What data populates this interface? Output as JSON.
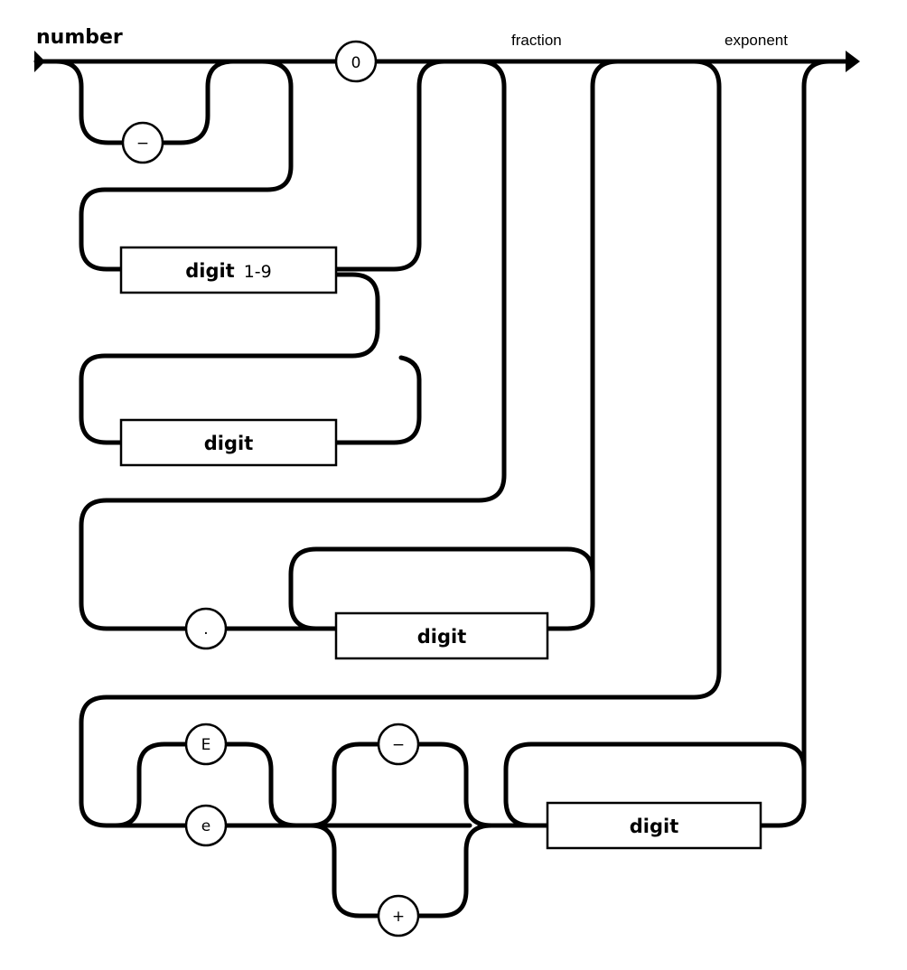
{
  "diagram": {
    "title": "number",
    "section_labels": {
      "fraction": "fraction",
      "exponent": "exponent"
    },
    "terminals": {
      "minus_sign": "−",
      "zero": "0",
      "decimal_point": ".",
      "exp_upper": "E",
      "exp_lower": "e",
      "exp_minus": "−",
      "exp_plus": "+"
    },
    "nonterminals": {
      "digit_1_9_main": "digit",
      "digit_1_9_suffix": "1-9",
      "digit_int": "digit",
      "digit_frac": "digit",
      "digit_exp": "digit"
    }
  }
}
